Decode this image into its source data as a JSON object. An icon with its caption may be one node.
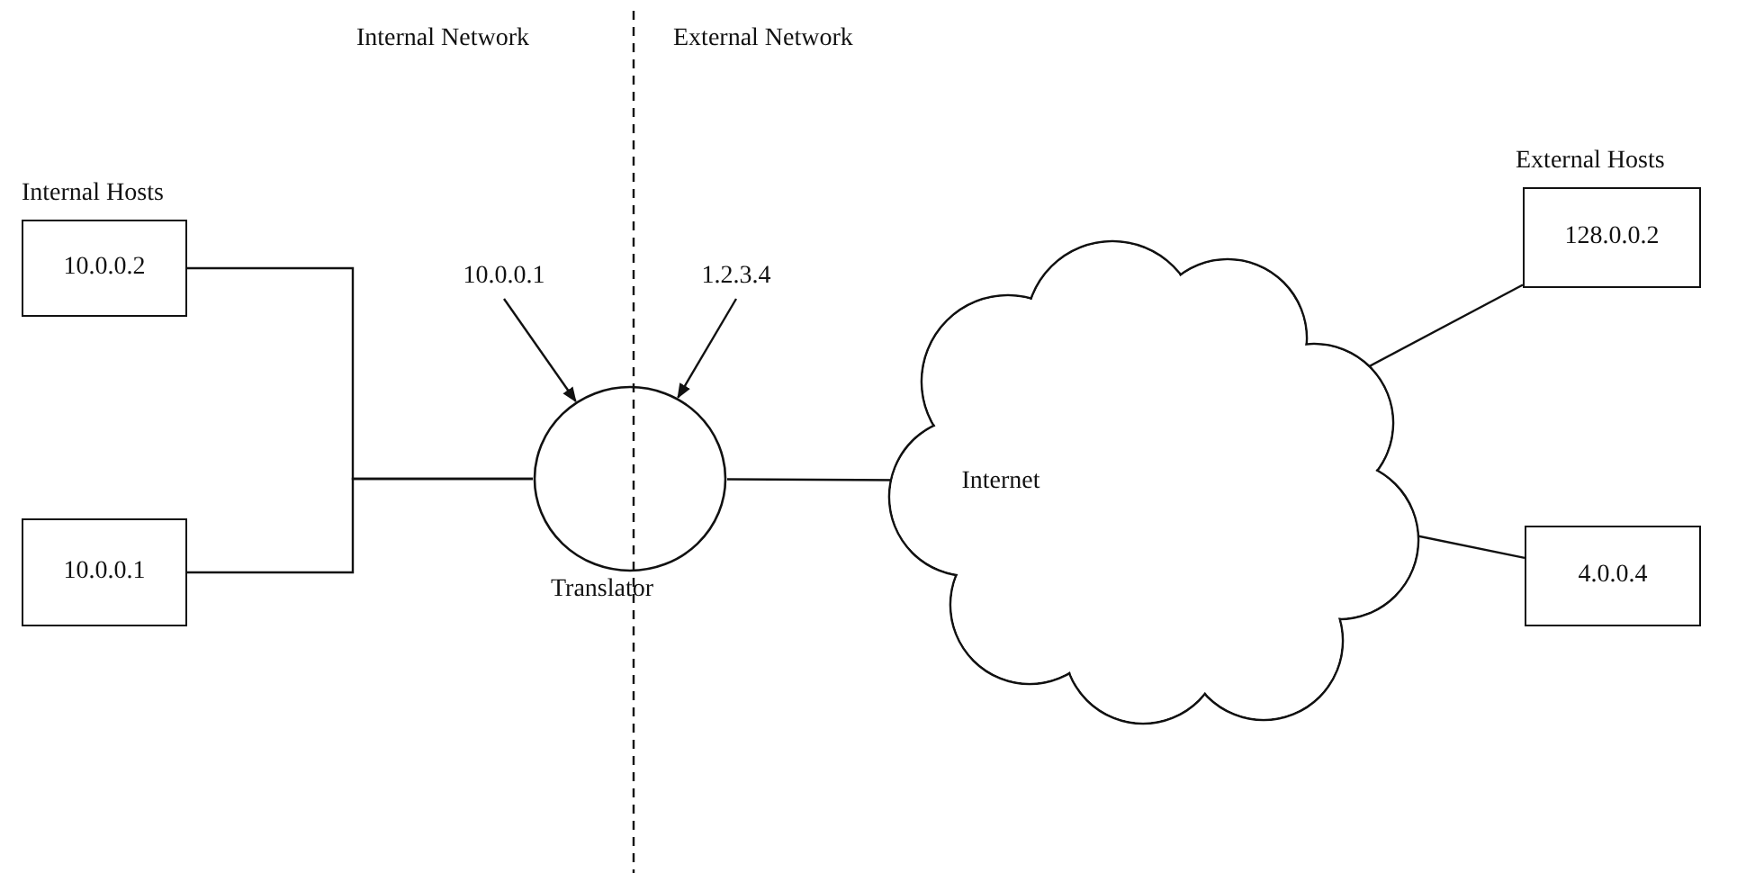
{
  "diagram": {
    "nodes": [
      {
        "text": [
          "10.0.0.2"
        ]
      },
      {
        "text": [
          "10.0.0.1"
        ]
      },
      {
        "text": [
          "1.2.3.4"
        ]
      },
      {
        "text": [],
        "shape": "circle",
        "beside": [
          "Translator"
        ]
      },
      {
        "text": [
          "Internet"
        ]
      },
      {
        "text": [
          "128.0.0.2"
        ]
      },
      {
        "text": [
          "10.0.0.1"
        ]
      },
      {
        "text": [
          "4.0.0.4"
        ]
      }
    ],
    "edges": [
      {
        "from": 0,
        "to": 3,
        "arrow": "none"
      },
      {
        "from": 6,
        "to": 3,
        "arrow": "none"
      },
      {
        "from": 1,
        "to": 3,
        "arrow": "to"
      },
      {
        "from": 2,
        "to": 3,
        "arrow": "to"
      },
      {
        "from": 3,
        "to": 4,
        "arrow": "none"
      },
      {
        "from": 4,
        "to": 5,
        "arrow": "none"
      },
      {
        "from": 4,
        "to": 7,
        "arrow": "none"
      }
    ],
    "labels": [
      "Internal Network",
      "External Network",
      "Internal Hosts",
      "External Hosts"
    ]
  }
}
